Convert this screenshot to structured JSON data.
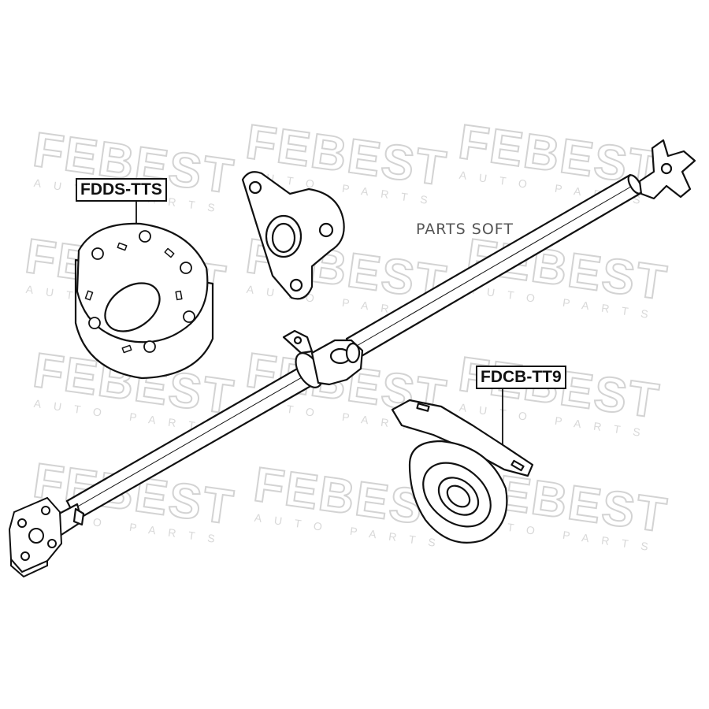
{
  "brand": {
    "watermark_text": "FEBEST",
    "watermark_subtext": "AUTO PARTS"
  },
  "labels": {
    "flex_disc": "FDDS-TTS",
    "center_bearing": "FDCB-TT9"
  },
  "overlay_text": "PARTS SOFT",
  "colors": {
    "line": "#111111",
    "watermark": "#d0d0d0",
    "background": "#ffffff"
  }
}
